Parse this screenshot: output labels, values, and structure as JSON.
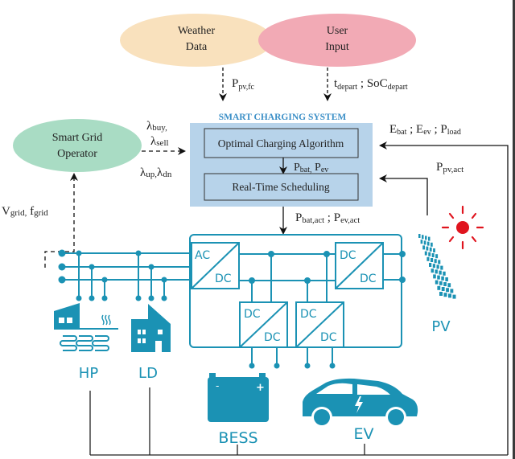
{
  "diagram": {
    "nodes": {
      "weather": {
        "line1": "Weather",
        "line2": "Data",
        "color": "#f9e1bd"
      },
      "user": {
        "line1": "User",
        "line2": "Input",
        "color": "#f2aab5"
      },
      "grid_operator": {
        "line1": "Smart Grid",
        "line2": "Operator",
        "color": "#a9dcc4"
      },
      "system": {
        "title": "SMART CHARGING SYSTEM",
        "title_color": "#3b8fc7",
        "bg_color": "#b7d3ea",
        "algorithm": "Optimal Charging Algorithm",
        "scheduling": "Real-Time Scheduling"
      }
    },
    "signals": {
      "weather_out": {
        "main": "P",
        "sub": "pv,fc"
      },
      "user_out": {
        "t": "t",
        "t_sub": "depart",
        "sep": " ; ",
        "soc": "SoC",
        "soc_sub": "depart"
      },
      "lambda_buy": {
        "main": "λ",
        "sub": "buy,"
      },
      "lambda_sell": {
        "main": "λ",
        "sub": "sell"
      },
      "lambda_updn": {
        "a": "λ",
        "a_sub": "up,",
        "b": "λ",
        "b_sub": "dn"
      },
      "algo_out": {
        "a": "P",
        "a_sub": "bat,",
        "b": " P",
        "b_sub": "ev"
      },
      "feedback_e": {
        "a": "E",
        "a_sub": "bat",
        "b": " ; E",
        "b_sub": "ev",
        "c": " ; P",
        "c_sub": "load"
      },
      "feedback_pv": {
        "main": "P",
        "sub": "pv,act"
      },
      "sched_out": {
        "a": "P",
        "a_sub": "bat,act",
        "b": " ; P",
        "b_sub": "ev,act"
      },
      "grid_meas": {
        "a": "V",
        "a_sub": "grid,",
        "b": " f",
        "b_sub": "grid"
      }
    },
    "converters": {
      "acdc": {
        "top": "AC",
        "bottom": "DC"
      },
      "dcdc_pv": {
        "top": "DC",
        "bottom": "DC"
      },
      "dcdc_bess": {
        "top": "DC",
        "bottom": "DC"
      },
      "dcdc_ev": {
        "top": "DC",
        "bottom": "DC"
      }
    },
    "devices": {
      "hp": "HP",
      "ld": "LD",
      "pv": "PV",
      "bess": "BESS",
      "ev": "EV",
      "battery_minus": "-",
      "battery_plus": "+"
    },
    "colors": {
      "device": "#1b92b4",
      "sun": "#e0141e",
      "line": "#222222"
    }
  }
}
